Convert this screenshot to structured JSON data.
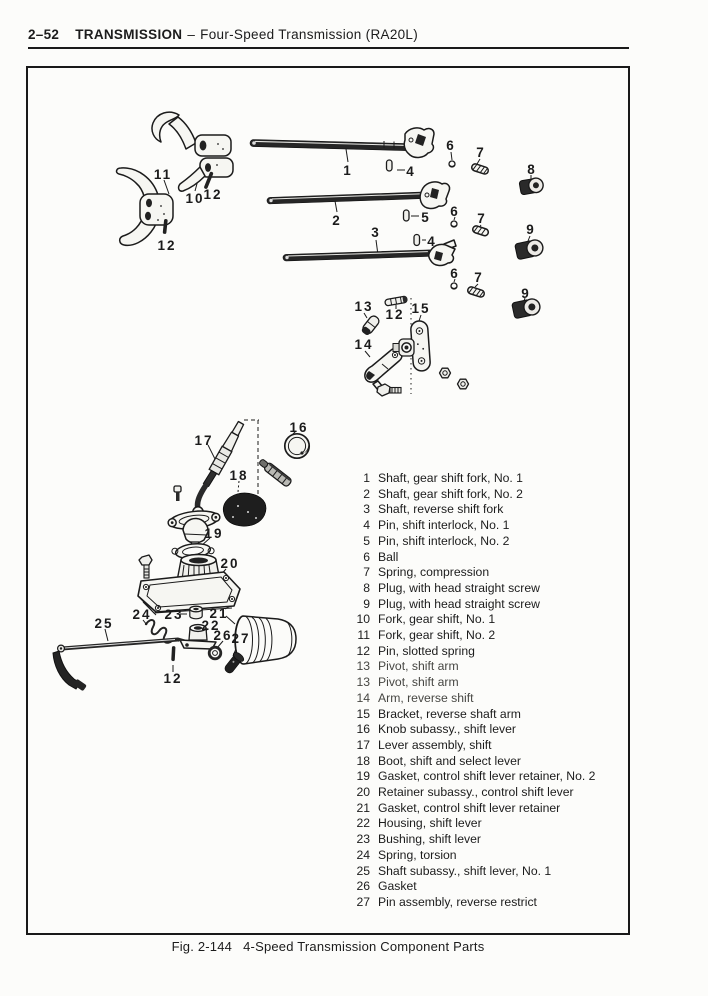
{
  "colors": {
    "ink": "#1c1c1c",
    "paper": "#fcfcfa"
  },
  "header": {
    "page_ref": "2–52",
    "section": "TRANSMISSION",
    "dash": "–",
    "subtitle": "Four-Speed Transmission (RA20L)"
  },
  "figure": {
    "number": "Fig. 2-144",
    "title": "4-Speed Transmission Component Parts"
  },
  "parts_list": [
    {
      "num": "1",
      "name": "Shaft, gear shift fork, No. 1"
    },
    {
      "num": "2",
      "name": "Shaft, gear shift fork, No. 2"
    },
    {
      "num": "3",
      "name": "Shaft, reverse shift fork"
    },
    {
      "num": "4",
      "name": "Pin, shift interlock, No. 1"
    },
    {
      "num": "5",
      "name": "Pin, shift interlock, No. 2"
    },
    {
      "num": "6",
      "name": "Ball"
    },
    {
      "num": "7",
      "name": "Spring, compression"
    },
    {
      "num": "8",
      "name": "Plug, with head straight screw"
    },
    {
      "num": "9",
      "name": "Plug, with head straight screw"
    },
    {
      "num": "10",
      "name": "Fork, gear shift, No. 1"
    },
    {
      "num": "11",
      "name": "Fork, gear shift, No. 2"
    },
    {
      "num": "12",
      "name": "Pin, slotted spring"
    },
    {
      "num": "13",
      "name": "Pivot, shift arm"
    },
    {
      "num": "13",
      "name": "Pivot, shift arm"
    },
    {
      "num": "14",
      "name": "Arm, reverse shift"
    },
    {
      "num": "15",
      "name": "Bracket, reverse shaft arm"
    },
    {
      "num": "16",
      "name": "Knob subassy., shift lever"
    },
    {
      "num": "17",
      "name": "Lever assembly, shift"
    },
    {
      "num": "18",
      "name": "Boot, shift and select lever"
    },
    {
      "num": "19",
      "name": "Gasket, control shift lever retainer, No. 2"
    },
    {
      "num": "20",
      "name": "Retainer subassy., control shift lever"
    },
    {
      "num": "21",
      "name": "Gasket, control shift lever retainer"
    },
    {
      "num": "22",
      "name": "Housing, shift lever"
    },
    {
      "num": "23",
      "name": "Bushing, shift lever"
    },
    {
      "num": "24",
      "name": "Spring, torsion"
    },
    {
      "num": "25",
      "name": "Shaft subassy., shift lever, No. 1"
    },
    {
      "num": "26",
      "name": "Gasket"
    },
    {
      "num": "27",
      "name": "Pin assembly, reverse restrict"
    }
  ],
  "diagram": {
    "callouts": [
      "11",
      "10",
      "12",
      "12",
      "1",
      "2",
      "3",
      "4",
      "5",
      "4",
      "6",
      "7",
      "8",
      "6",
      "7",
      "9",
      "6",
      "7",
      "9",
      "13",
      "12",
      "15",
      "14",
      "17",
      "16",
      "18",
      "19",
      "20",
      "24",
      "23",
      "21",
      "22",
      "26",
      "27",
      "25",
      "12"
    ]
  }
}
